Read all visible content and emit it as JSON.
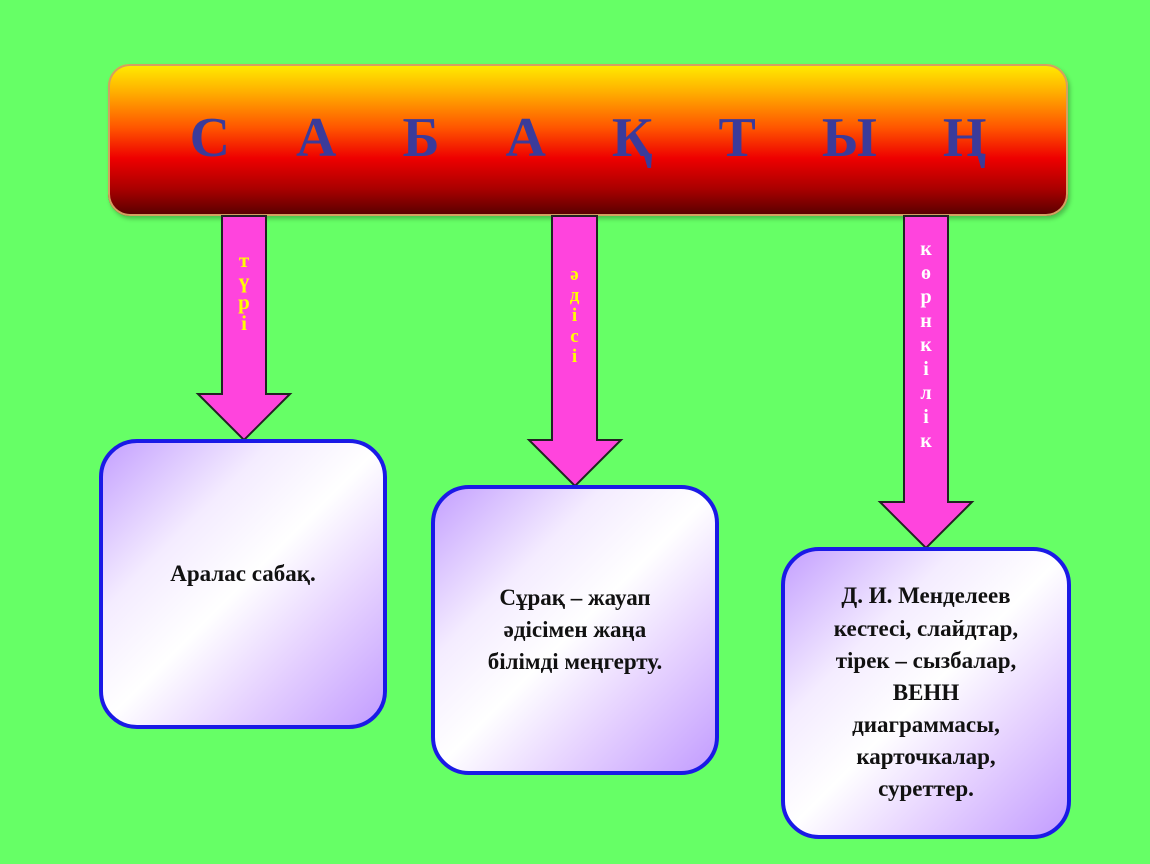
{
  "title": "С А Б А Қ Т Ы Ң",
  "arrows": [
    {
      "label": [
        "т",
        "ү",
        "р",
        "і"
      ]
    },
    {
      "label": [
        "ә",
        "д",
        "і",
        "с",
        "і"
      ]
    },
    {
      "label": [
        "к",
        "ө",
        "р",
        "н",
        "к",
        "і",
        "л",
        "і",
        "к"
      ]
    }
  ],
  "boxes": [
    {
      "text": "Аралас  сабақ."
    },
    {
      "text": "Сұрақ – жауап\nәдісімен жаңа\nбілімді меңгерту."
    },
    {
      "text": "Д. И. Менделеев\nкестесі, слайдтар,\nтірек – сызбалар,\n    ВЕНН\nдиаграммасы,\nкарточкалар,\nсуреттер."
    }
  ],
  "colors": {
    "background": "#66ff66",
    "arrow_fill": "#ff44dd",
    "arrow_stroke": "#222222",
    "label_arrow_1": "#ffff00",
    "label_arrow_2": "#ffff00",
    "label_arrow_3": "#ffffff",
    "title_text": "#3b3b9a",
    "box_border": "#1a1ae6"
  }
}
